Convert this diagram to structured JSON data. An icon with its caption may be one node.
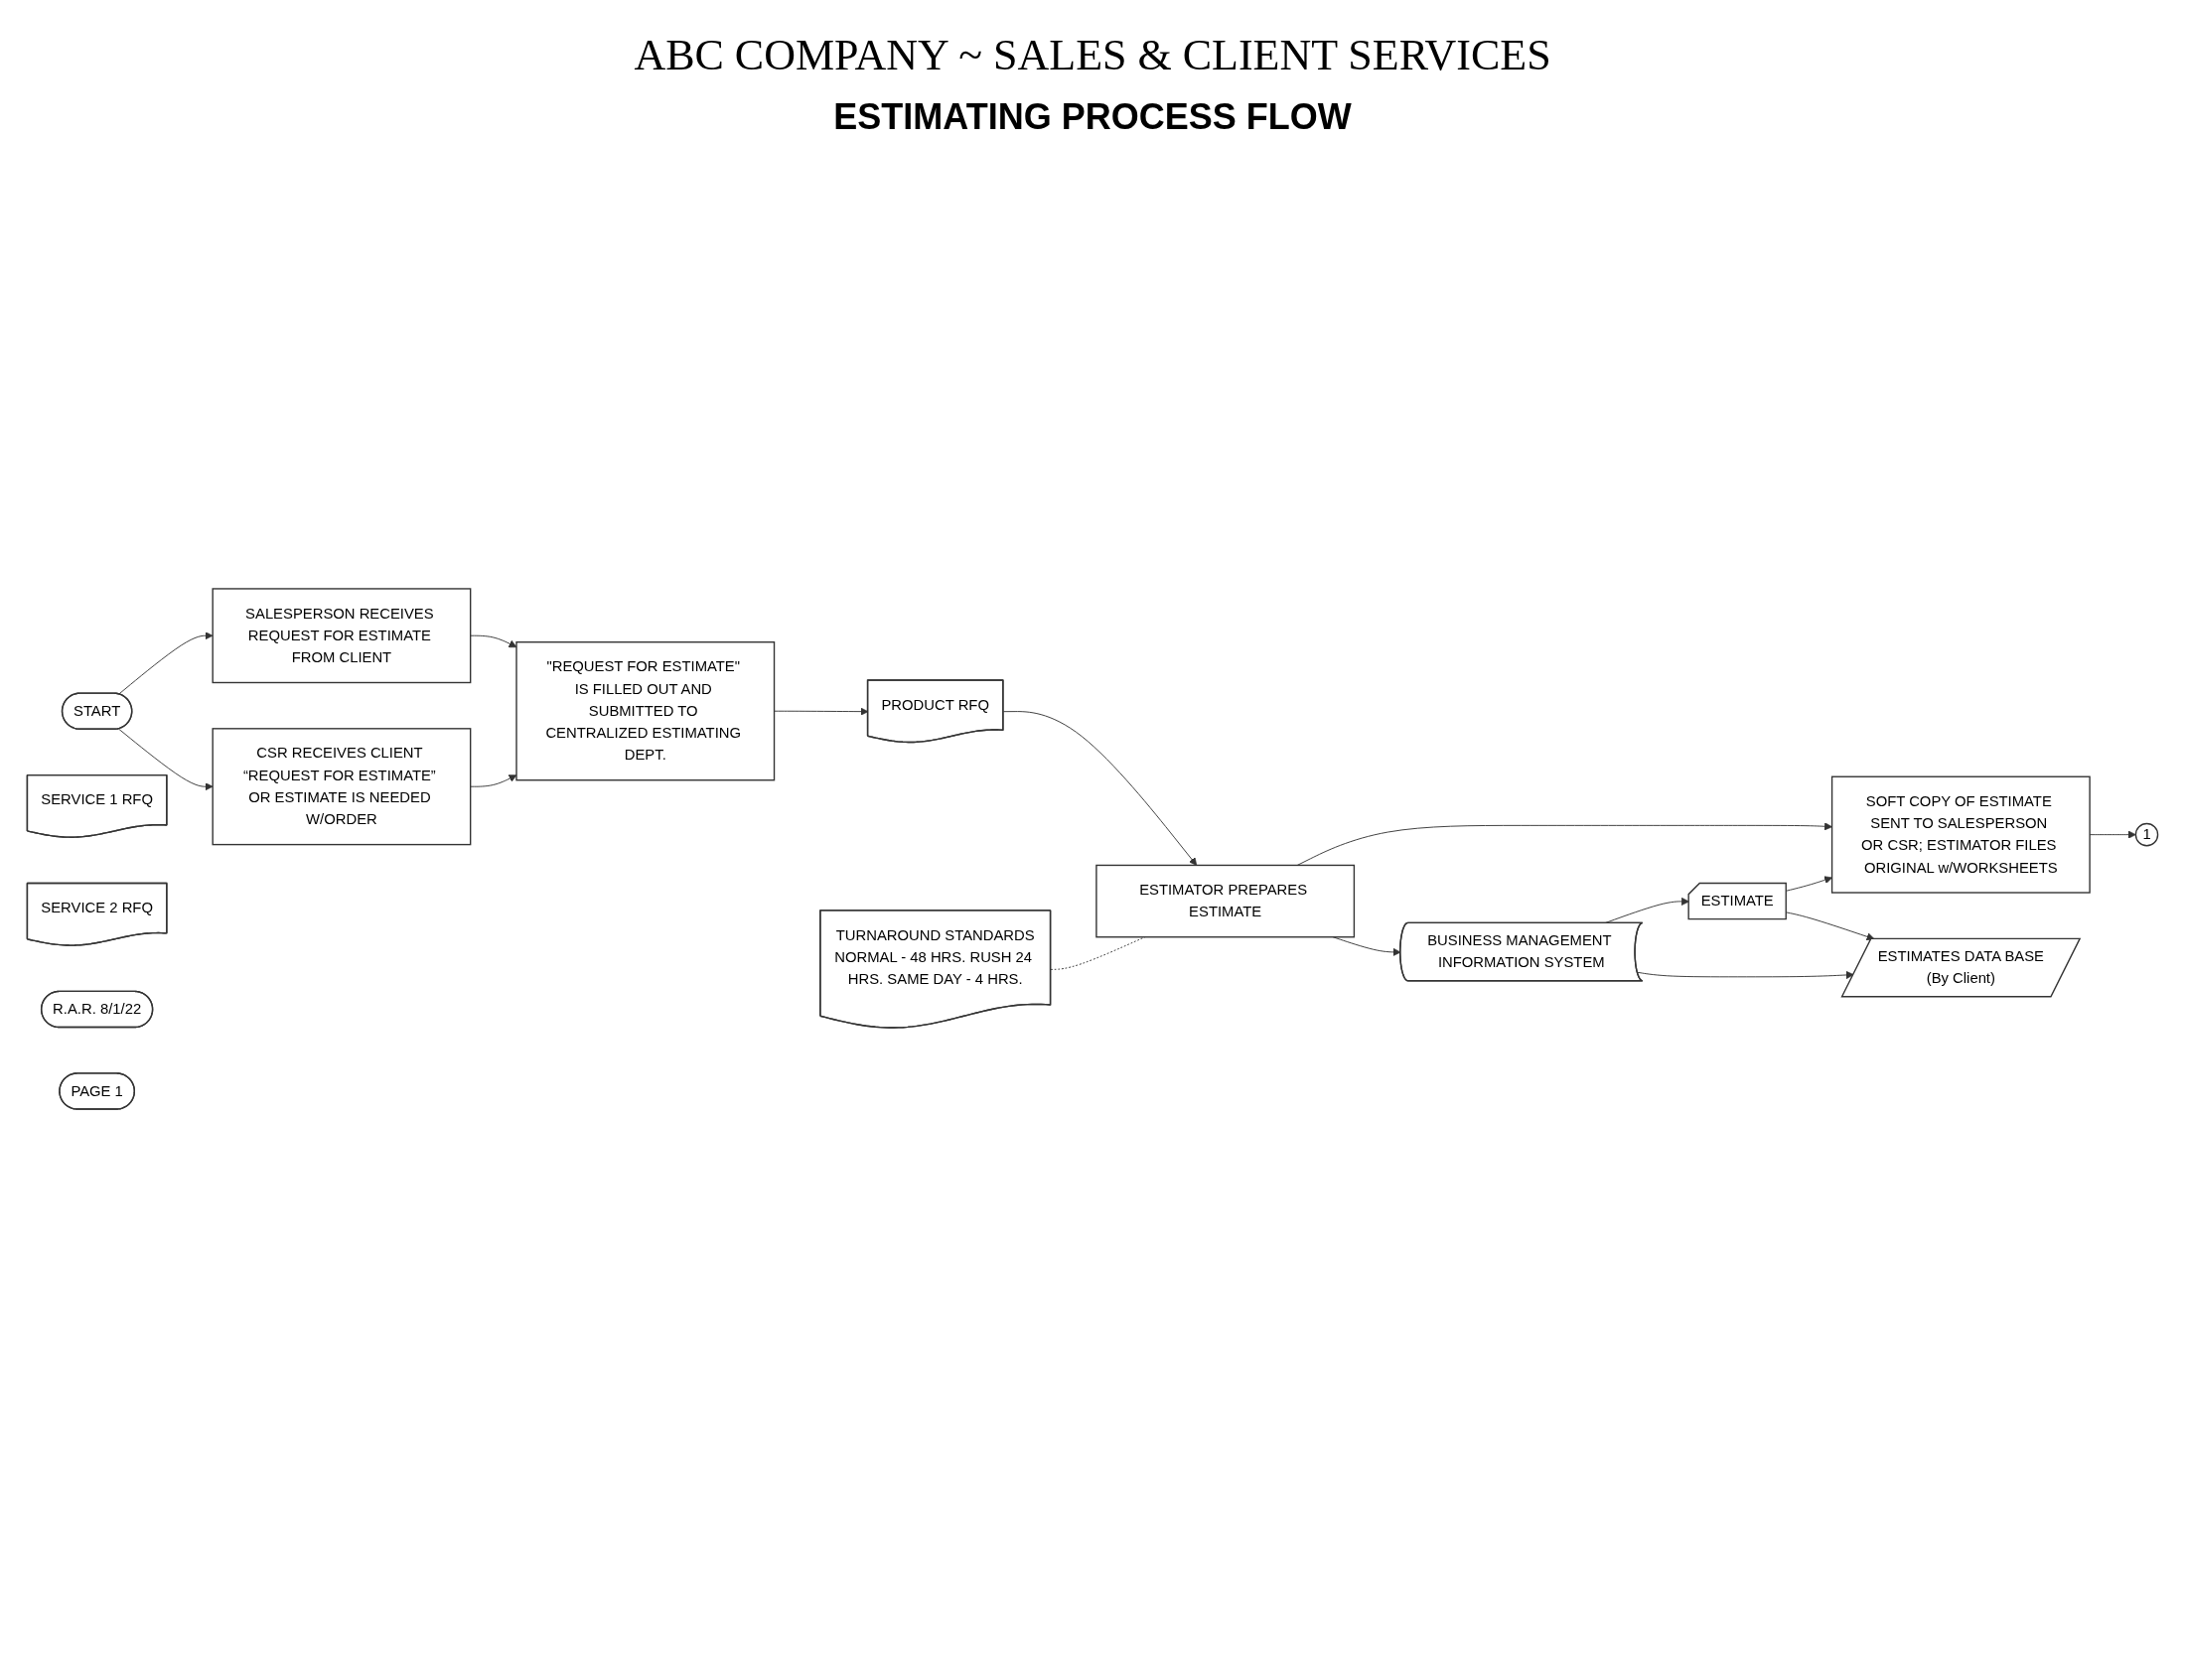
{
  "diagram": {
    "title": "ABC COMPANY ~ SALES & CLIENT SERVICES",
    "nodes": [
      {
        "text": [
          "START"
        ]
      },
      {
        "text": [
          "SALESPERSON RECEIVES REQUEST FOR ESTIMATE FROM CLIENT"
        ]
      },
      {
        "text": [
          "CSR RECEIVES CLIENT “REQUEST FOR ESTIMATE” OR ESTIMATE IS NEEDED W/ORDER"
        ]
      },
      {
        "text": [
          "\"REQUEST FOR ESTIMATE\" IS FILLED OUT AND SUBMITTED TO CENTRALIZED ESTIMATING DEPT."
        ]
      },
      {
        "text": [
          "SERVICE 1 RFQ"
        ]
      },
      {
        "text": [
          "SERVICE 2 RFQ"
        ]
      },
      {
        "text": [
          "PRODUCT RFQ"
        ]
      },
      {
        "text": [
          "TURNAROUND STANDARDS",
          "NORMAL - 48 HRS. RUSH 24 HRS. SAME DAY - 4 HRS."
        ]
      },
      {
        "text": [
          "ESTIMATOR PREPARES ESTIMATE"
        ]
      },
      {
        "text": [
          "SOFT COPY OF ESTIMATE SENT TO SALESPERSON OR CSR; ESTIMATOR FILES ORIGINAL w/WORKSHEETS"
        ]
      },
      {
        "text": [
          "1"
        ]
      },
      {
        "text": [
          "BUSINESS MANAGEMENT INFORMATION SYSTEM"
        ]
      },
      {
        "text": [
          "ESTIMATE"
        ]
      },
      {
        "text": [
          "ESTIMATES DATA BASE",
          "(By Client)"
        ]
      },
      {
        "text": [
          "R.A.R. 8/1/22"
        ]
      },
      {
        "text": [
          "PAGE 1"
        ]
      }
    ],
    "edges": [
      {
        "from": 0,
        "to": 1,
        "arrow": "to"
      },
      {
        "from": 0,
        "to": 2,
        "arrow": "to"
      },
      {
        "from": 1,
        "to": 3,
        "arrow": "to"
      },
      {
        "from": 2,
        "to": 3,
        "arrow": "to"
      },
      {
        "from": 3,
        "to": 6,
        "arrow": "to"
      },
      {
        "from": 6,
        "to": 8,
        "arrow": "to"
      },
      {
        "from": 7,
        "to": 8,
        "arrow": "none",
        "style": "dashed"
      },
      {
        "from": 8,
        "to": 9,
        "arrow": "to"
      },
      {
        "from": 9,
        "to": 10,
        "arrow": "to"
      },
      {
        "from": 8,
        "to": 11,
        "arrow": "to"
      },
      {
        "from": 11,
        "to": 12,
        "arrow": "to"
      },
      {
        "from": 11,
        "to": 13,
        "arrow": "to"
      },
      {
        "from": 12,
        "to": 9,
        "arrow": "to"
      },
      {
        "from": 12,
        "to": 13,
        "arrow": "to"
      }
    ],
    "labels": [
      "ESTIMATING PROCESS FLOW"
    ]
  }
}
